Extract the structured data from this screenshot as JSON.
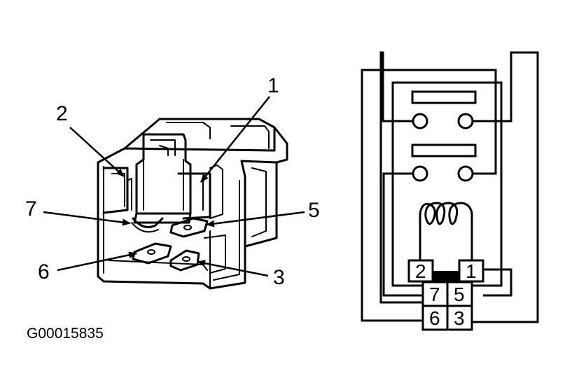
{
  "connector": {
    "callouts": {
      "c1": "1",
      "c2": "2",
      "c3": "3",
      "c5": "5",
      "c6": "6",
      "c7": "7"
    }
  },
  "schematic": {
    "pins": {
      "p1": "1",
      "p2": "2",
      "p3": "3",
      "p5": "5",
      "p6": "6",
      "p7": "7"
    }
  },
  "figure_code": "G00015835"
}
